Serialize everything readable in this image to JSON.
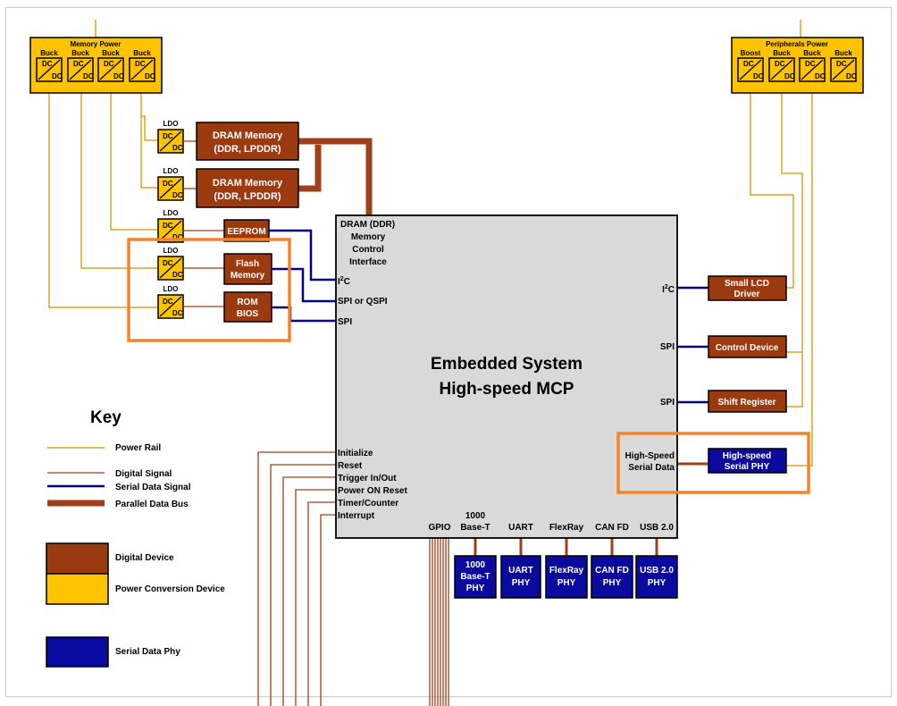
{
  "memory_power": {
    "title": "Memory Power",
    "types": [
      "Buck",
      "Buck",
      "Buck",
      "Buck"
    ]
  },
  "peripherals_power": {
    "title": "Peripherals Power",
    "types": [
      "Boost",
      "Buck",
      "Buck",
      "Buck"
    ]
  },
  "converter": {
    "top": "DC",
    "bottom": "DC"
  },
  "ldo_label": "LDO",
  "devices": {
    "dram1": [
      "DRAM Memory",
      "(DDR, LPDDR)"
    ],
    "dram2": [
      "DRAM Memory",
      "(DDR, LPDDR)"
    ],
    "eeprom": [
      "EEPROM"
    ],
    "flash": [
      "Flash",
      "Memory"
    ],
    "rom": [
      "ROM",
      "BIOS"
    ],
    "lcd": [
      "Small LCD",
      "Driver"
    ],
    "control": [
      "Control Device"
    ],
    "shift": [
      "Shift Register"
    ]
  },
  "mcp": {
    "title_line1": "Embedded System",
    "title_line2": "High-speed MCP",
    "dram_if": [
      "DRAM (DDR)",
      "Memory",
      "Control",
      "Interface"
    ],
    "left_ports": {
      "i2c": "I",
      "i2c_sup": "2",
      "i2c_c": "C",
      "spi_qspi": "SPI or QSPI",
      "spi": "SPI"
    },
    "right_ports": {
      "i2c": "I",
      "i2c_sup": "2",
      "i2c_c": "C",
      "spi1": "SPI",
      "spi2": "SPI",
      "hs": [
        "High-Speed",
        "Serial Data"
      ]
    },
    "signals": [
      "Initialize",
      "Reset",
      "Trigger In/Out",
      "Power ON Reset",
      "Timer/Counter",
      "Interrupt"
    ],
    "bottom_ports": {
      "gpio": "GPIO",
      "base_t": [
        "1000",
        "Base-T"
      ],
      "uart": "UART",
      "flexray": "FlexRay",
      "canfd": "CAN FD",
      "usb": "USB 2.0"
    }
  },
  "phys": {
    "hs": [
      "High-speed",
      "Serial PHY"
    ],
    "base_t": [
      "1000",
      "Base-T",
      "PHY"
    ],
    "uart": [
      "UART",
      "PHY"
    ],
    "flexray": [
      "FlexRay",
      "PHY"
    ],
    "canfd": [
      "CAN FD",
      "PHY"
    ],
    "usb": [
      "USB 2.0",
      "PHY"
    ]
  },
  "key": {
    "title": "Key",
    "power_rail": "Power Rail",
    "digital_signal": "Digital Signal",
    "serial_signal": "Serial Data Signal",
    "parallel_bus": "Parallel Data Bus",
    "digital_device": "Digital Device",
    "power_device": "Power Conversion Device",
    "serial_phy": "Serial Data Phy"
  },
  "colors": {
    "power_rail": "#d9a520",
    "digital_signal": "#a0401a",
    "serial_signal": "#00008b",
    "parallel_bus": "#a0401a",
    "digital_device": "#9b3a0f",
    "power_device": "#ffc300",
    "serial_phy": "#0a0aa0",
    "highlight": "#f5832a",
    "mcp_fill": "#d9d9d9"
  }
}
